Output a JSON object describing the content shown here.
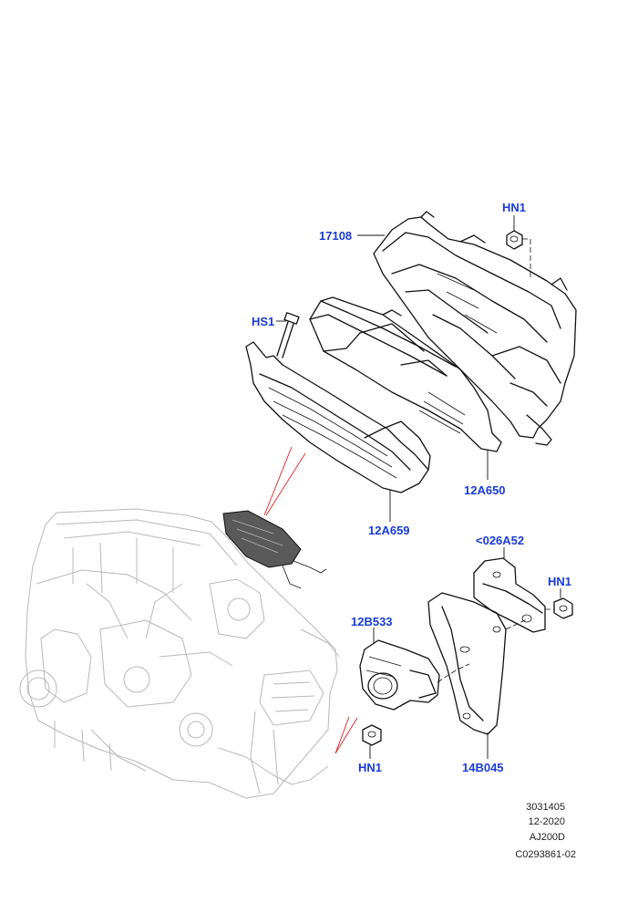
{
  "labels": {
    "hn1_top": "HN1",
    "p17108": "17108",
    "hs1": "HS1",
    "p12a650": "12A650",
    "p12a659": "12A659",
    "p026a52": "<026A52",
    "hn1_right": "HN1",
    "p12b533": "12B533",
    "p14b045": "14B045",
    "hn1_bottom": "HN1"
  },
  "reference": {
    "line1": "3031405",
    "line2": "12-2020",
    "line3": "AJ200D",
    "line4": "C0293861-02"
  },
  "colors": {
    "label_blue": "#1a3bd6",
    "arrow_red": "#e02020",
    "engine_gray": "#b8b8b8"
  }
}
